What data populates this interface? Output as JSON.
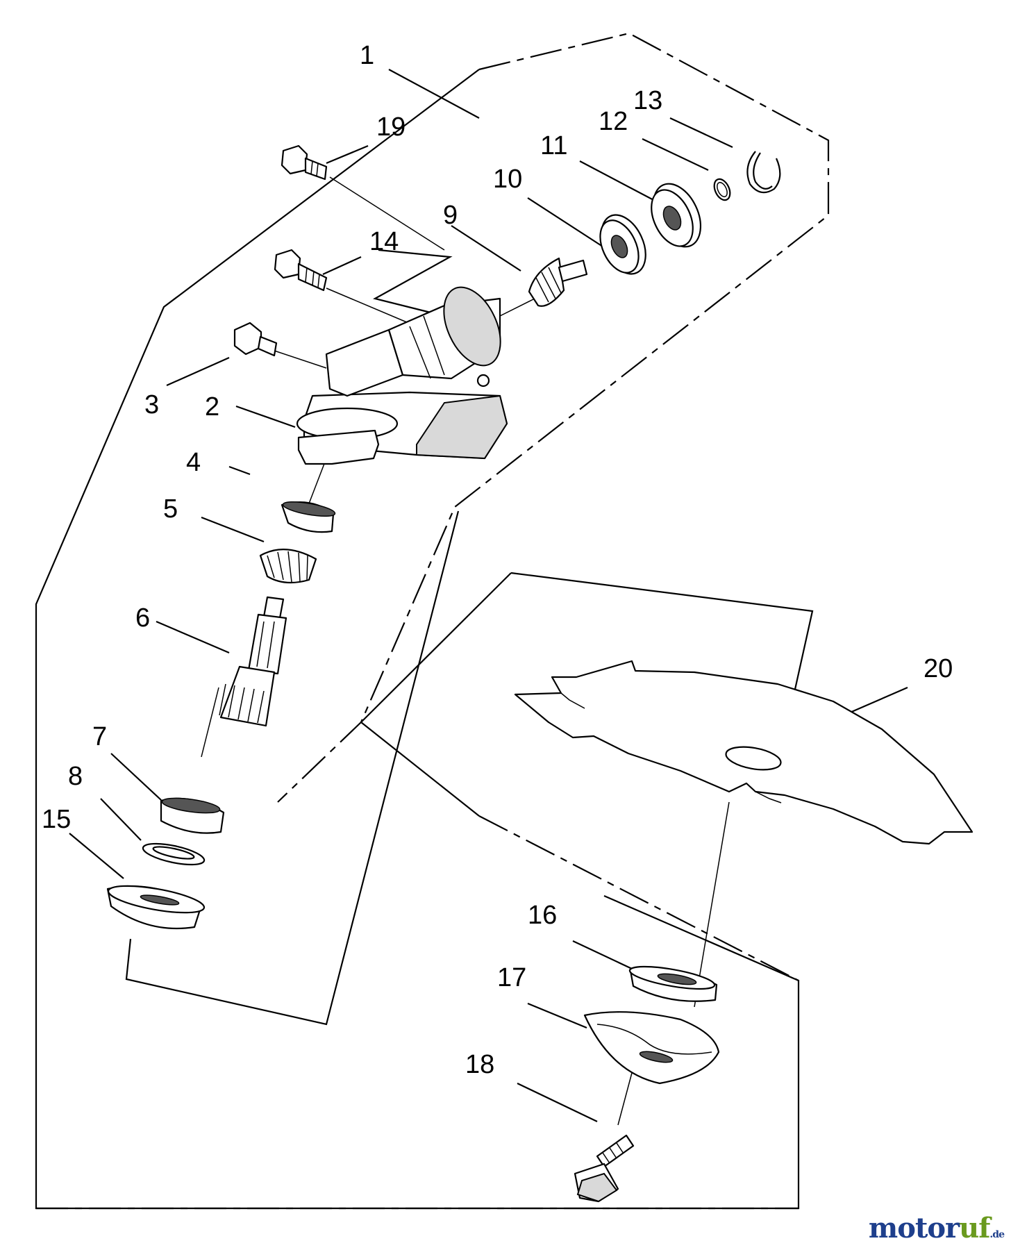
{
  "callouts": [
    "1",
    "2",
    "3",
    "4",
    "5",
    "6",
    "7",
    "8",
    "9",
    "10",
    "11",
    "12",
    "13",
    "14",
    "15",
    "16",
    "17",
    "18",
    "19",
    "20"
  ],
  "watermark": {
    "part1": "motor",
    "part2": "uf",
    "suffix": ".de"
  },
  "colors": {
    "line": "#000000",
    "watermark_blue": "#1e3f8c",
    "watermark_green": "#6a9a1e"
  }
}
